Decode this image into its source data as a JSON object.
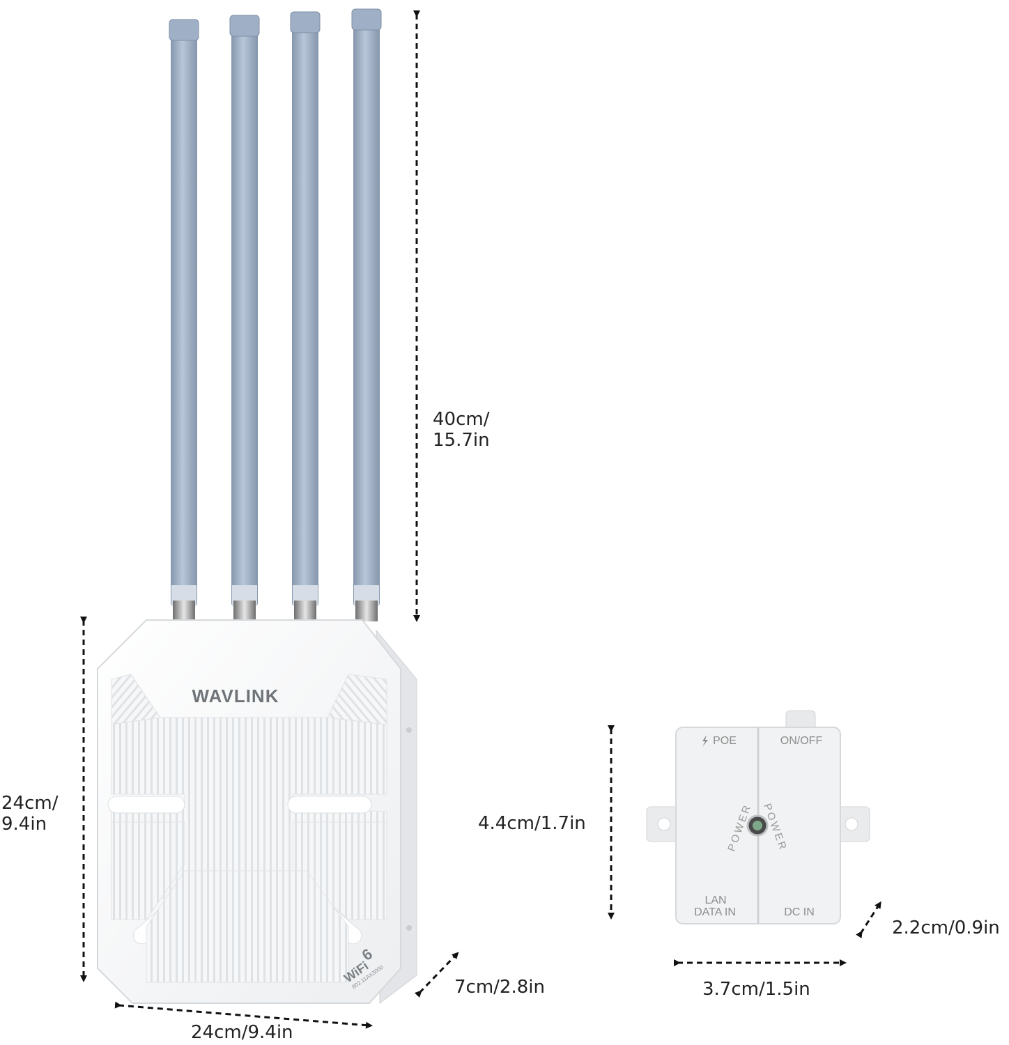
{
  "colors": {
    "antenna": "#9fb0c6",
    "antenna_cap": "#8fa2ba",
    "router_body": "#f4f5f6",
    "router_rib": "#e4e6e8",
    "dimension_line": "#111111",
    "label_text": "#222222",
    "injector_text": "#8c8c8c"
  },
  "router": {
    "brand": "WAVLINK",
    "wifi_badge": "WiFi",
    "wifi_generation": "6",
    "wifi_subtext": "802.11AX3000"
  },
  "injector": {
    "poe_label": "POE",
    "onoff_label": "ON/OFF",
    "lan_label_line1": "LAN",
    "lan_label_line2": "DATA IN",
    "dc_label": "DC IN",
    "power_left": "POWER",
    "power_right": "POWER"
  },
  "dimensions": {
    "antenna_height_line1": "40cm/",
    "antenna_height_line2": "15.7in",
    "router_height_line1": "24cm/",
    "router_height_line2": "9.4in",
    "router_width": "24cm/9.4in",
    "router_depth": "7cm/2.8in",
    "injector_height": "4.4cm/1.7in",
    "injector_width": "3.7cm/1.5in",
    "injector_depth": "2.2cm/0.9in"
  }
}
